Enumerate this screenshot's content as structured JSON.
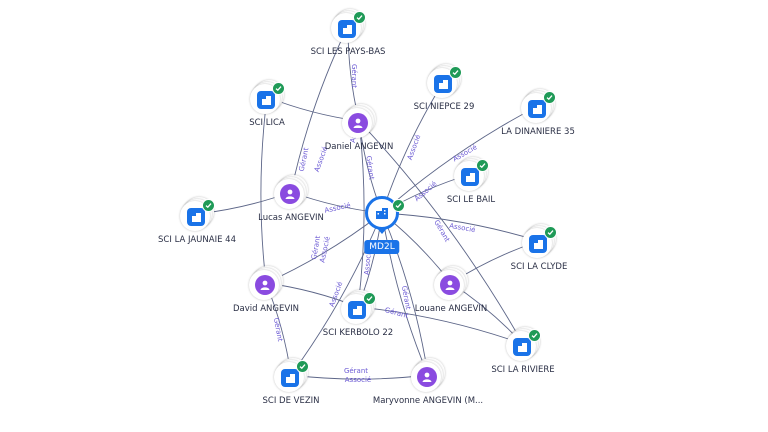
{
  "center": {
    "label": "MD2L"
  },
  "nodes": [
    {
      "id": "pays_bas",
      "label": "SCI LES PAYS-BAS",
      "type": "company"
    },
    {
      "id": "niepce",
      "label": "SCI NIEPCE 29",
      "type": "company"
    },
    {
      "id": "lica",
      "label": "SCI LICA",
      "type": "company"
    },
    {
      "id": "dinaniere",
      "label": "LA DINANIERE 35",
      "type": "company"
    },
    {
      "id": "daniel",
      "label": "Daniel ANGEVIN",
      "type": "person"
    },
    {
      "id": "le_bail",
      "label": "SCI LE BAIL",
      "type": "company"
    },
    {
      "id": "lucas",
      "label": "Lucas ANGEVIN",
      "type": "person"
    },
    {
      "id": "jaunaie",
      "label": "SCI LA JAUNAIE 44",
      "type": "company"
    },
    {
      "id": "clyde",
      "label": "SCI LA CLYDE",
      "type": "company"
    },
    {
      "id": "david",
      "label": "David ANGEVIN",
      "type": "person"
    },
    {
      "id": "louane",
      "label": "Louane ANGEVIN",
      "type": "person"
    },
    {
      "id": "kerbolo",
      "label": "SCI KERBOLO 22",
      "type": "company"
    },
    {
      "id": "riviere",
      "label": "SCI LA RIVIERE",
      "type": "company"
    },
    {
      "id": "vezin",
      "label": "SCI DE VEZIN",
      "type": "company"
    },
    {
      "id": "maryvonne",
      "label": "Maryvonne ANGEVIN (M...",
      "type": "person"
    }
  ],
  "edge_labels": {
    "gerant": "Gérant",
    "associe": "Associé"
  },
  "icons": {
    "company": "building-icon",
    "person": "person-icon",
    "verified": "check-badge-icon"
  },
  "colors": {
    "company": "#1a73e8",
    "person": "#8a4be0",
    "verified": "#1f9a57",
    "edge": "#5d6688",
    "edge_label": "#6c5bd4"
  }
}
